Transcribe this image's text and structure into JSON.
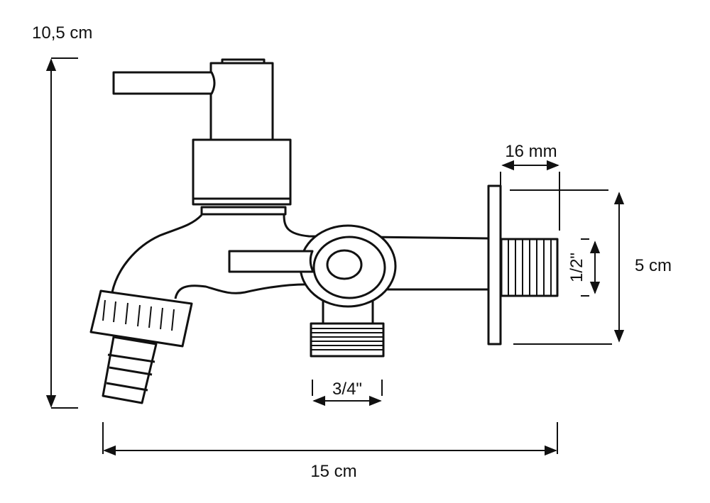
{
  "title": "Faucet dimension drawing",
  "dimensions": {
    "height": "10,5 cm",
    "length": "15 cm",
    "wall_depth": "16 mm",
    "flange_height": "5 cm",
    "inlet_thread": "1/2\"",
    "outlet_thread": "3/4\""
  },
  "colors": {
    "line": "#111111",
    "background": "#ffffff"
  }
}
